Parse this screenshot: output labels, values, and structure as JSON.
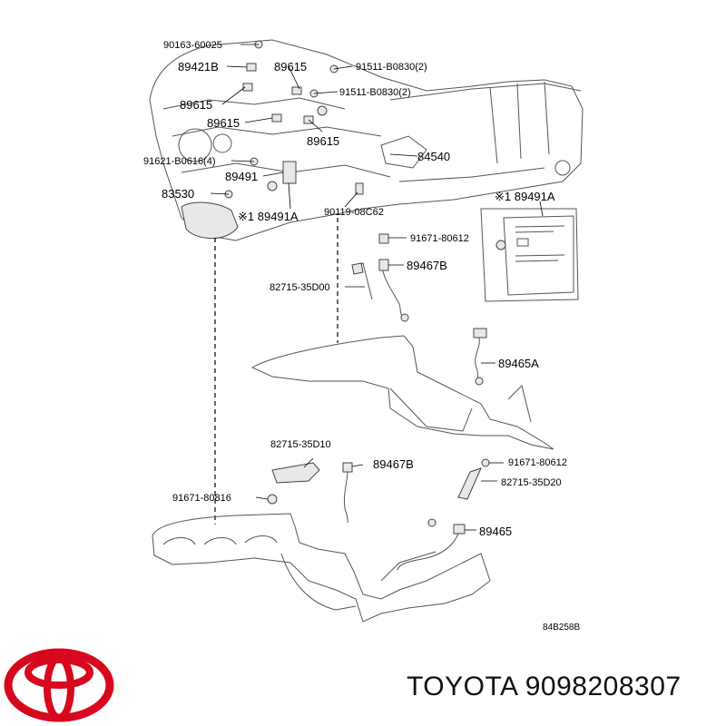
{
  "labels": {
    "p90163_60025": "90163-60025",
    "p89421B": "89421B",
    "p89615_a": "89615",
    "p91511_a": "91511-B0830(2)",
    "p91511_b": "91511-B0830(2)",
    "p89615_b": "89615",
    "p89615_c": "89615",
    "p89615_d": "89615",
    "p84540": "84540",
    "p91621": "91621-B0616(4)",
    "p89491": "89491",
    "p83530": "83530",
    "p89491A_main": "※1 89491A",
    "p90119": "90119-08C62",
    "p89491A_box": "※1 89491A",
    "p91671_a": "91671-80612",
    "p89467B_a": "89467B",
    "p82715_35D00": "82715-35D00",
    "p89465A": "89465A",
    "p82715_35D10": "82715-35D10",
    "p89467B_b": "89467B",
    "p91671_b": "91671-80612",
    "p82715_35D20": "82715-35D20",
    "p91671_80816": "91671-80816",
    "p89465": "89465",
    "ref_code": "84B258B"
  },
  "brand": {
    "caption": "TOYOTA 9098208307",
    "logo_color": "#d7081e"
  }
}
